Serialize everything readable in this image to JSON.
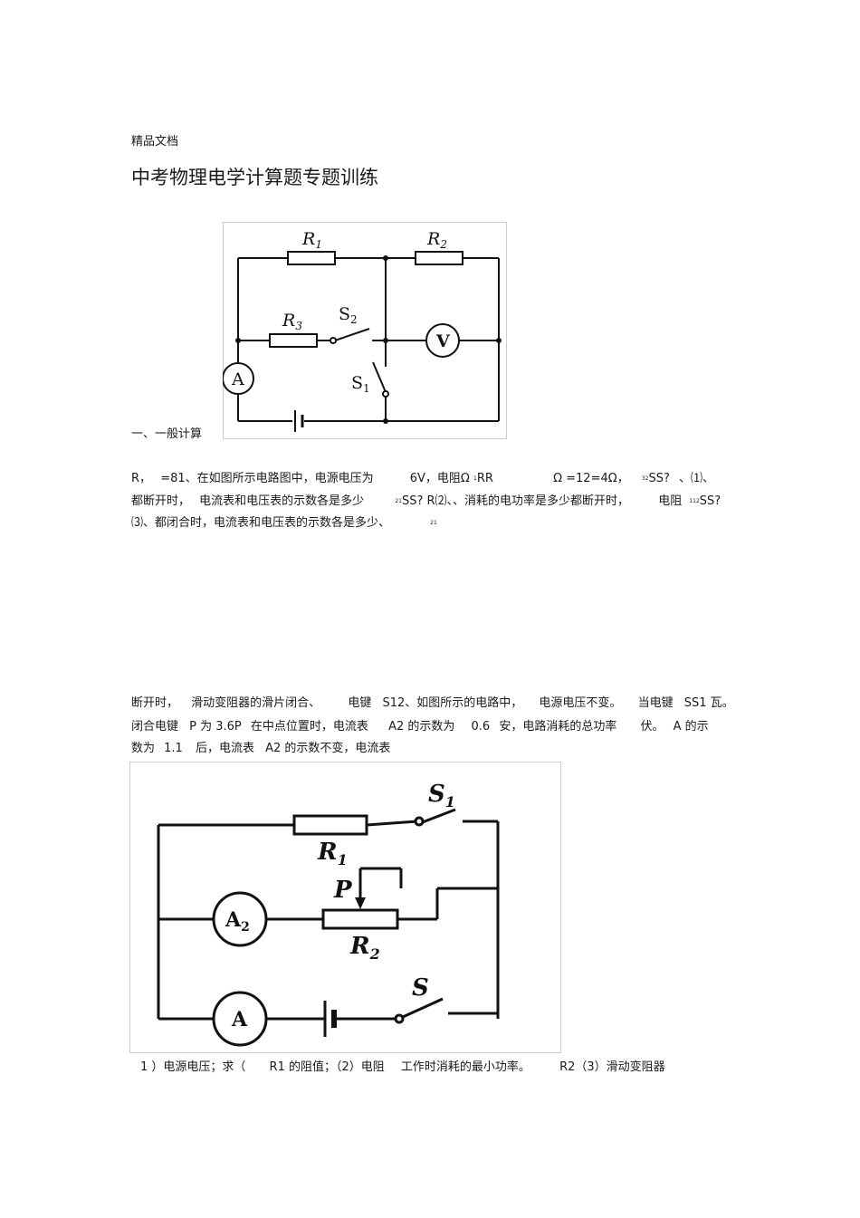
{
  "header": "精品文档",
  "title": "中考物理电学计算题专题训练",
  "section1": "一、一般计算",
  "figure1": {
    "r1": "R",
    "r1_sub": "1",
    "r2": "R",
    "r2_sub": "2",
    "r3": "R",
    "r3_sub": "3",
    "s1": "S",
    "s1_sub": "1",
    "s2": "S",
    "s2_sub": "2",
    "ammeter": "A",
    "voltmeter": "V"
  },
  "problem1": {
    "line1": [
      "R，",
      "=81、在如图所示电路图中，电源电压为",
      "6V，电阻Ω",
      "RR",
      "Ω =12=4Ω，",
      "SS?",
      "、⑴、"
    ],
    "line1_sups": [
      "1",
      "32"
    ],
    "line2": [
      "都断开时，",
      "电流表和电压表的示数各是多少",
      "SS?",
      "R⑵、、消耗的电功率是多少都断开时，",
      "电阻",
      "SS?"
    ],
    "line2_sups": [
      "21",
      "112"
    ],
    "line3": [
      "⑶、都闭合时，电流表和电压表的示数各是多少、",
      "21"
    ]
  },
  "problem2": {
    "line1": [
      "断开时，",
      "滑动变阻器的滑片闭合、",
      "电键",
      "S12、如图所示的电路中，",
      "电源电压不变。",
      "当电键",
      "SS1 瓦。"
    ],
    "line2": [
      "闭合电键",
      "P 为 3.6P",
      "在中点位置时，电流表",
      "A2 的示数为",
      "0.6",
      "安，电路消耗的总功率",
      "伏。",
      "A 的示"
    ],
    "line3": [
      "数为",
      "1.1",
      "后，电流表",
      "A2 的示数不变，电流表"
    ]
  },
  "figure2": {
    "s1": "S",
    "s1_sub": "1",
    "r1": "R",
    "r1_sub": "1",
    "p": "P",
    "a2": "A",
    "a2_sub": "2",
    "r2": "R",
    "r2_sub": "2",
    "a": "A",
    "s": "S"
  },
  "questions": [
    "1 ）电源电压；求（",
    "R1  的阻值；（2）电阻",
    "工作时消耗的最小功率。",
    "R2（3）滑动变阻器"
  ]
}
